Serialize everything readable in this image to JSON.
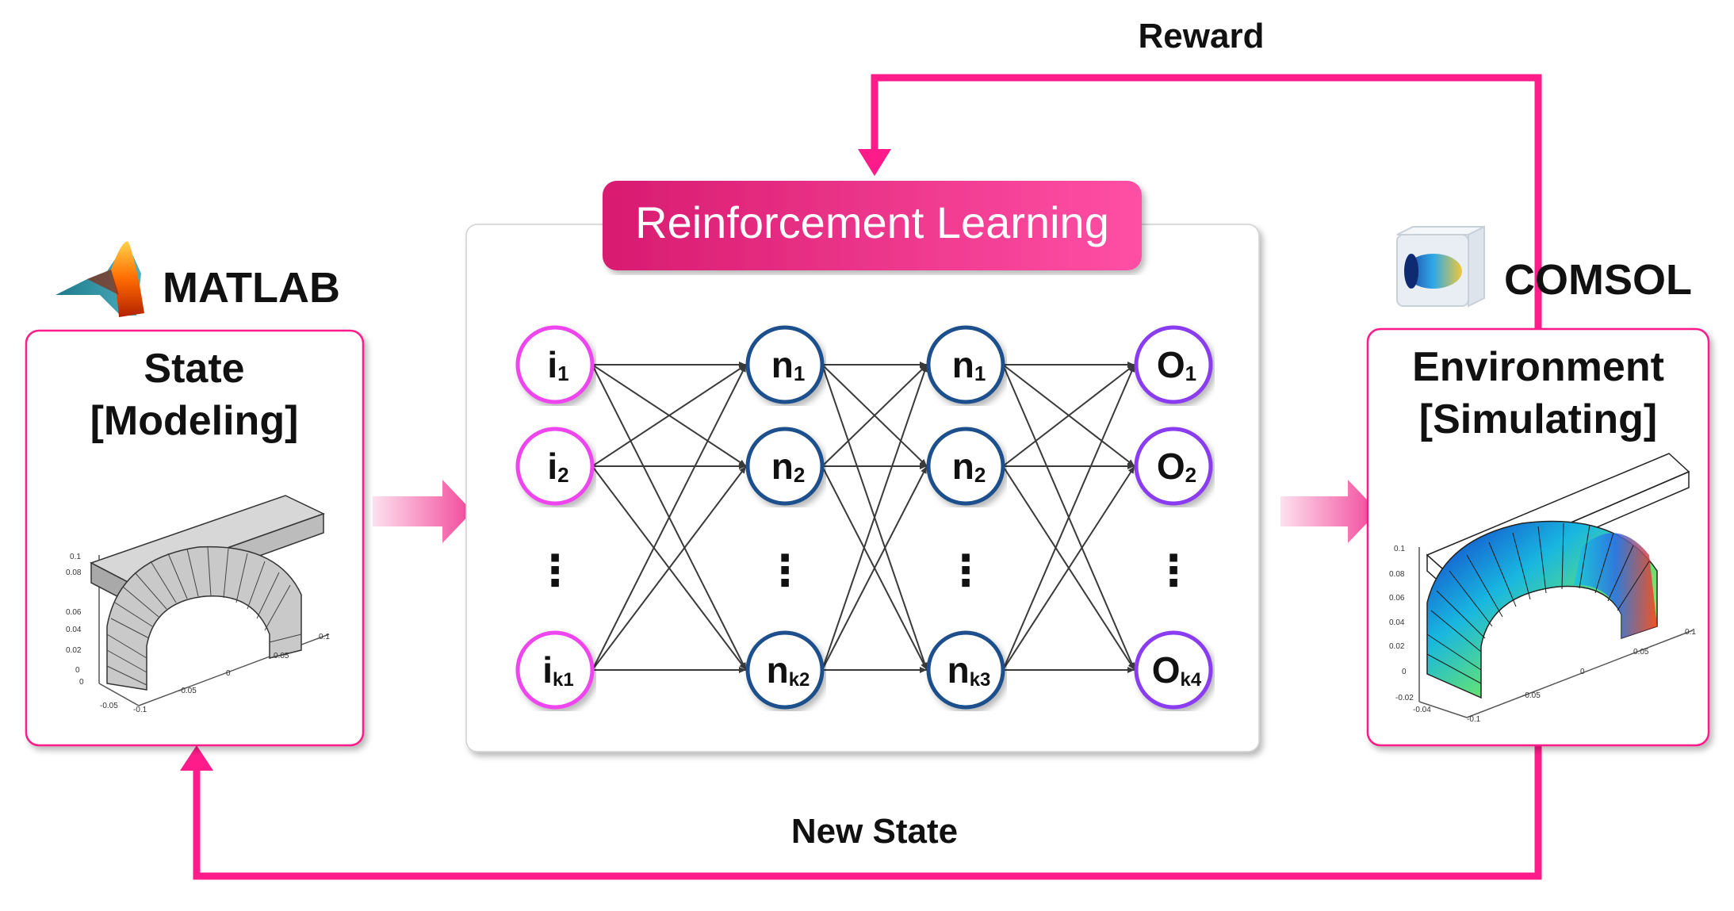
{
  "labels": {
    "reward": "Reward",
    "new_state": "New State",
    "rl_title": "Reinforcement Learning",
    "matlab": "MATLAB",
    "comsol": "COMSOL",
    "state_line1": "State",
    "state_line2": "[Modeling]",
    "env_line1": "Environment",
    "env_line2": "[Simulating]"
  },
  "network": {
    "layers": [
      {
        "nodes": [
          {
            "main": "i",
            "sub": "1"
          },
          {
            "main": "i",
            "sub": "2"
          },
          {
            "main": "i",
            "sub": "k1"
          }
        ],
        "color": "#ee44ee"
      },
      {
        "nodes": [
          {
            "main": "n",
            "sub": "1"
          },
          {
            "main": "n",
            "sub": "2"
          },
          {
            "main": "n",
            "sub": "k2"
          }
        ],
        "color": "#1a4f8c"
      },
      {
        "nodes": [
          {
            "main": "n",
            "sub": "1"
          },
          {
            "main": "n",
            "sub": "2"
          },
          {
            "main": "n",
            "sub": "k3"
          }
        ],
        "color": "#1a4f8c"
      },
      {
        "nodes": [
          {
            "main": "O",
            "sub": "1"
          },
          {
            "main": "O",
            "sub": "2"
          },
          {
            "main": "O",
            "sub": "k4"
          }
        ],
        "color": "#8a3cf0"
      }
    ],
    "ellipsis": "⋮"
  },
  "plots": {
    "left": {
      "z_ticks": [
        "0.1",
        "0.08",
        "0.06",
        "0.04",
        "0.02",
        "0",
        "0"
      ],
      "x_ticks": [
        "-0.05",
        "-0.1"
      ],
      "y_ticks": [
        "0.1",
        "0.05",
        "0",
        "-0.05"
      ]
    },
    "right": {
      "z_ticks": [
        "0.1",
        "0.08",
        "0.06",
        "0.04",
        "0.02",
        "0",
        "-0.02",
        "-0.04"
      ],
      "x_ticks": [
        "-0.1"
      ],
      "y_ticks": [
        "0.1",
        "0.05",
        "0",
        "-0.05"
      ]
    }
  },
  "colors": {
    "accent": "#ff1c8a",
    "rl_header_start": "#d81b70",
    "rl_header_end": "#ff4fa5",
    "input_node": "#ee44ee",
    "hidden_node": "#1a4f8c",
    "output_node": "#8a3cf0",
    "edge": "#3a3a3a"
  }
}
